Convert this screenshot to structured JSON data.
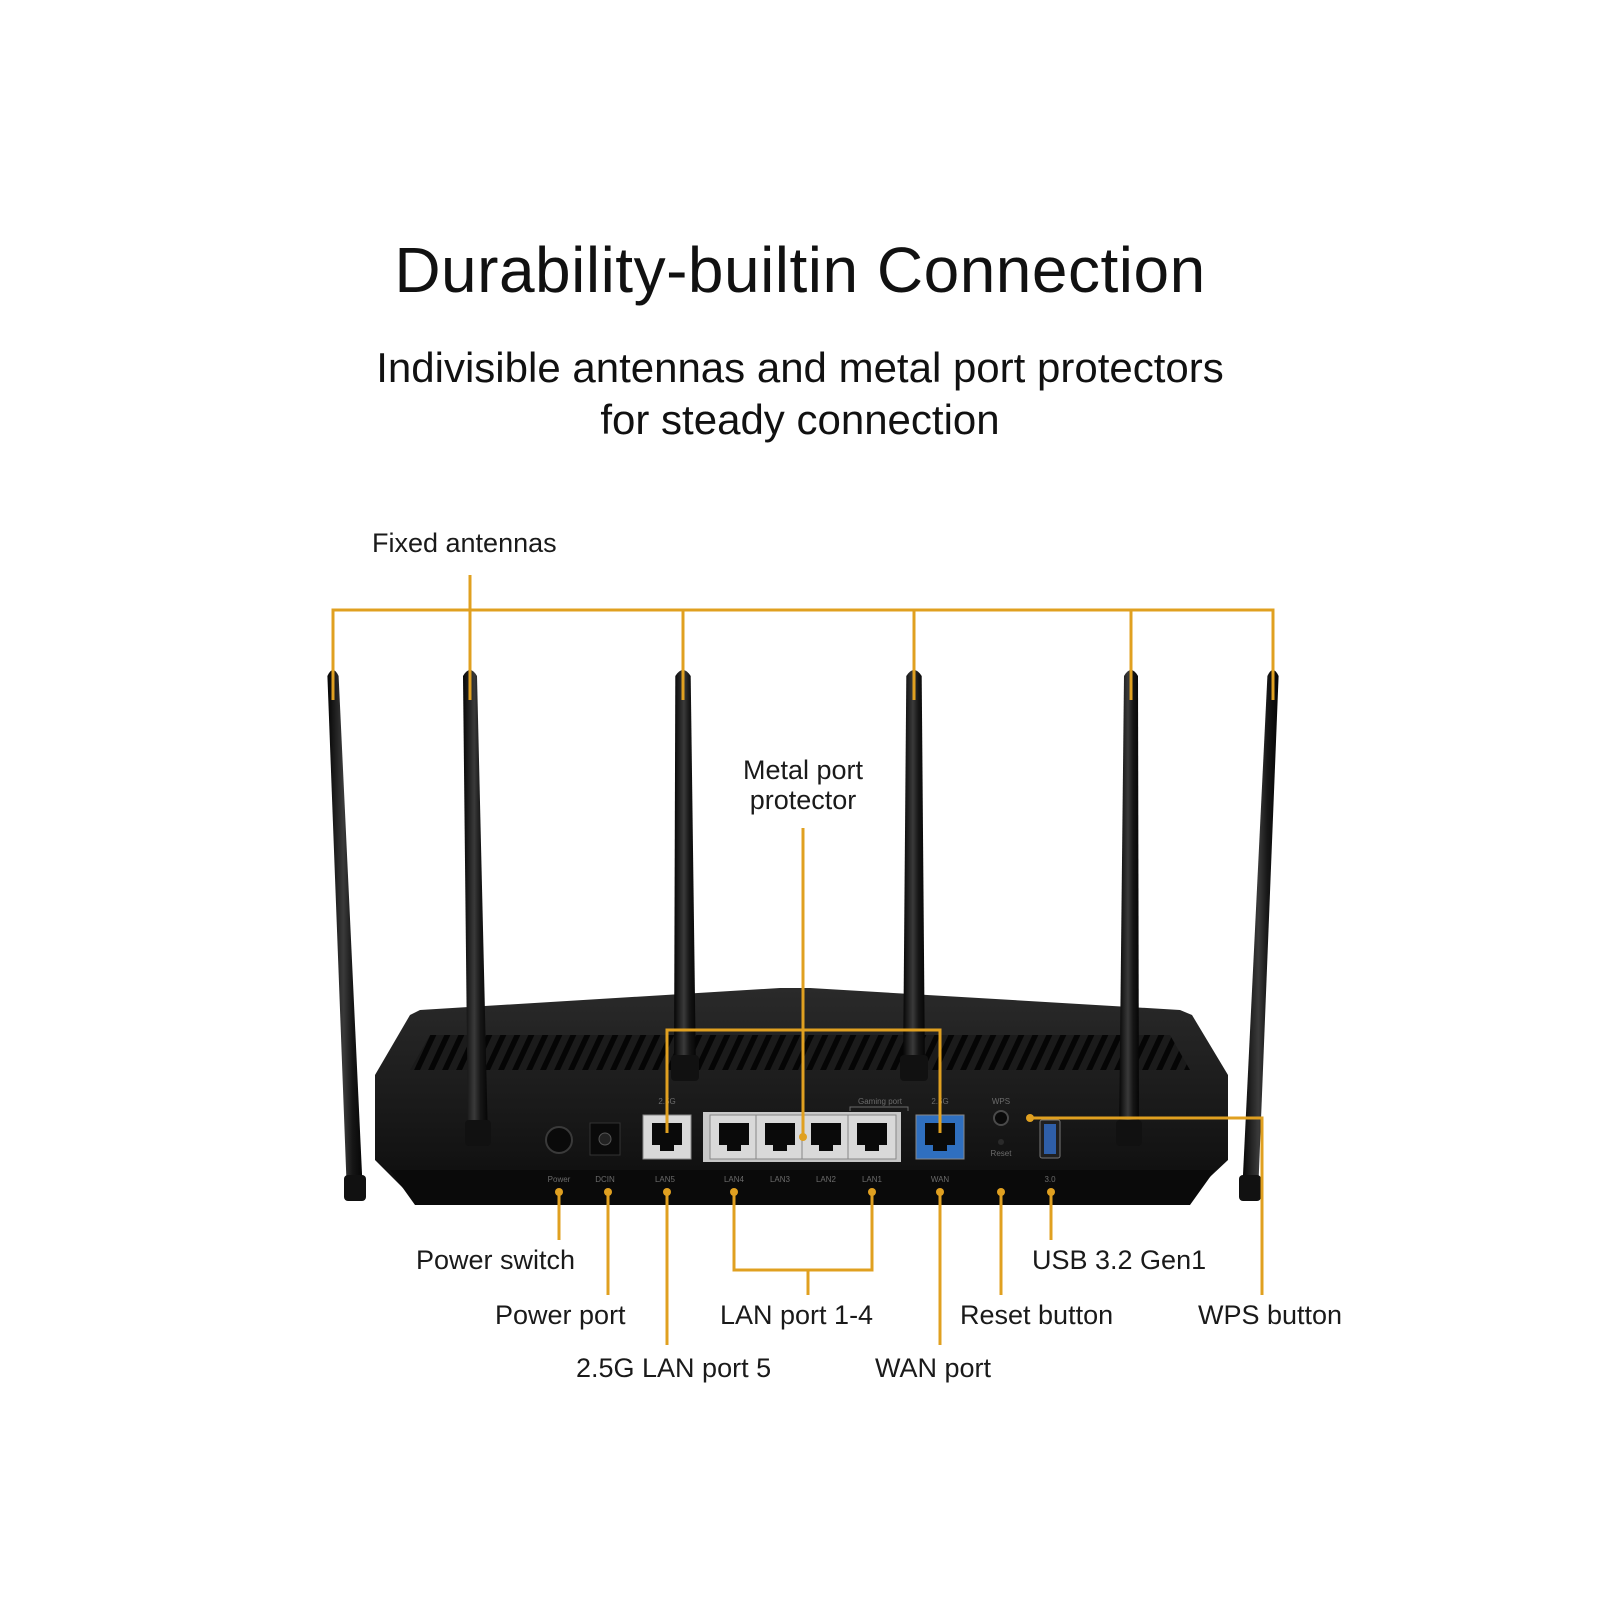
{
  "title": "Durability-builtin Connection",
  "subtitle": {
    "line1": "Indivisible antennas and metal port protectors",
    "line2": "for steady connection"
  },
  "callouts": {
    "fixed_antennas": "Fixed antennas",
    "metal_port_protector_line1": "Metal port",
    "metal_port_protector_line2": "protector",
    "power_switch": "Power switch",
    "power_port": "Power port",
    "lan_port_5": "2.5G LAN port 5",
    "lan_ports_1_4": "LAN port 1-4",
    "wan_port": "WAN port",
    "reset_button": "Reset button",
    "usb": "USB 3.2 Gen1",
    "wps_button": "WPS button"
  },
  "router_panel": {
    "power": "Power",
    "dcin": "DCIN",
    "lan5": "LAN5",
    "lan4": "LAN4",
    "lan3": "LAN3",
    "lan2": "LAN2",
    "lan1": "LAN1",
    "wan": "WAN",
    "usb": "3.0",
    "wps": "WPS",
    "reset": "Reset",
    "gaming_port": "Gaming port",
    "speed_left": "2.5G",
    "speed_right": "2.5G"
  },
  "colors": {
    "callout_line": "#e0a020",
    "router_body": "#141414",
    "wan_port": "#2f6fbf"
  }
}
